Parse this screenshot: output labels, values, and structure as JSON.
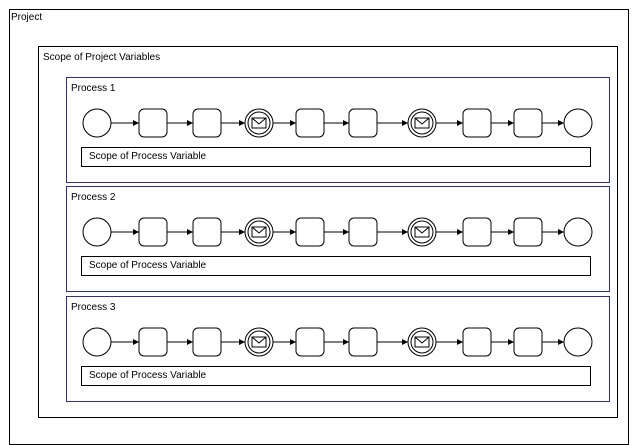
{
  "project": {
    "title": "Project"
  },
  "project_scope": {
    "title": "Scope of Project Variables"
  },
  "processes": [
    {
      "title": "Process 1",
      "scope_label": "Scope of Process Variable"
    },
    {
      "title": "Process 2",
      "scope_label": "Scope of Process Variable"
    },
    {
      "title": "Process 3",
      "scope_label": "Scope of Process Variable"
    }
  ],
  "flow_nodes": [
    "start-event",
    "task",
    "task",
    "message-event",
    "task",
    "task",
    "message-event",
    "task",
    "task",
    "end-event"
  ],
  "colors": {
    "process_border": "#2f2f8f",
    "stroke": "#000000"
  }
}
